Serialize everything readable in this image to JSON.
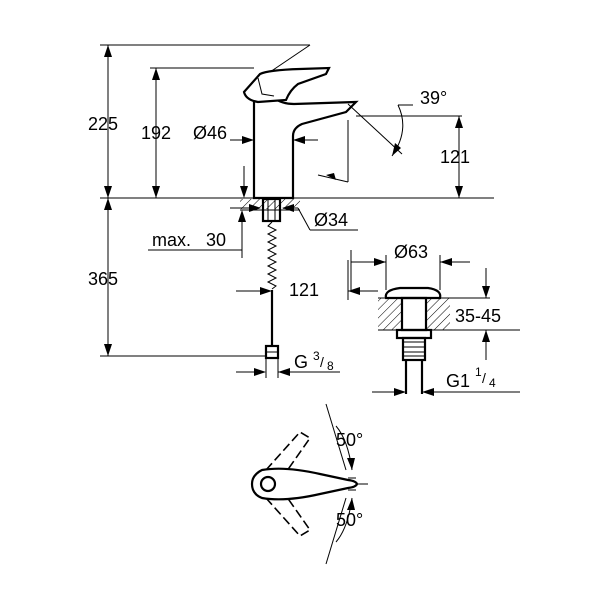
{
  "dimensions": {
    "height_total": "225",
    "height_spout": "192",
    "body_diameter": "Ø46",
    "lever_angle": "39°",
    "spout_height": "121",
    "hole_diameter": "Ø34",
    "max_thickness_prefix": "max.",
    "max_thickness_value": "30",
    "hose_length": "365",
    "spout_projection": "121",
    "hose_thread_main": "G",
    "hose_thread_sup": "3",
    "hose_thread_sub": "8",
    "waste_diameter": "Ø63",
    "waste_range": "35-45",
    "waste_thread_main": "G1",
    "waste_thread_sup": "1",
    "waste_thread_sub": "4",
    "rotation_angle_top": "50°",
    "rotation_angle_bottom": "50°"
  }
}
